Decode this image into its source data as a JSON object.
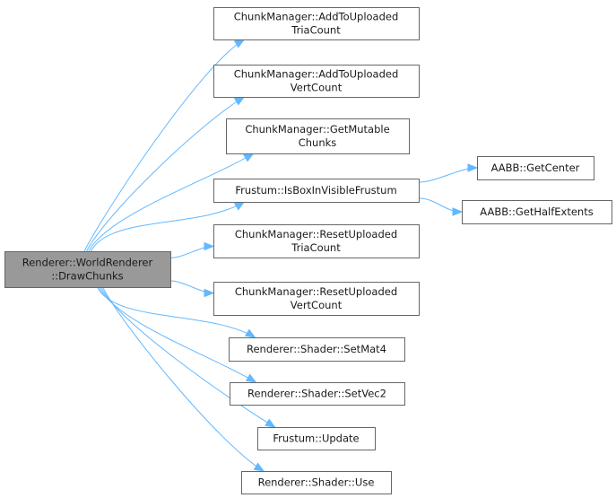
{
  "diagram": {
    "type": "call-graph",
    "root": {
      "id": "root",
      "lines": [
        "Renderer::WorldRenderer",
        "::DrawChunks"
      ]
    },
    "nodes": [
      {
        "id": "n1",
        "lines": [
          "ChunkManager::AddToUploaded",
          "TriaCount"
        ]
      },
      {
        "id": "n2",
        "lines": [
          "ChunkManager::AddToUploaded",
          "VertCount"
        ]
      },
      {
        "id": "n3",
        "lines": [
          "ChunkManager::GetMutable",
          "Chunks"
        ]
      },
      {
        "id": "n4",
        "lines": [
          "Frustum::IsBoxInVisibleFrustum"
        ]
      },
      {
        "id": "n5",
        "lines": [
          "ChunkManager::ResetUploaded",
          "TriaCount"
        ]
      },
      {
        "id": "n6",
        "lines": [
          "ChunkManager::ResetUploaded",
          "VertCount"
        ]
      },
      {
        "id": "n7",
        "lines": [
          "Renderer::Shader::SetMat4"
        ]
      },
      {
        "id": "n8",
        "lines": [
          "Renderer::Shader::SetVec2"
        ]
      },
      {
        "id": "n9",
        "lines": [
          "Frustum::Update"
        ]
      },
      {
        "id": "n10",
        "lines": [
          "Renderer::Shader::Use"
        ]
      },
      {
        "id": "n11",
        "lines": [
          "AABB::GetCenter"
        ]
      },
      {
        "id": "n12",
        "lines": [
          "AABB::GetHalfExtents"
        ]
      }
    ],
    "edges": [
      {
        "from": "root",
        "to": "n1"
      },
      {
        "from": "root",
        "to": "n2"
      },
      {
        "from": "root",
        "to": "n3"
      },
      {
        "from": "root",
        "to": "n4"
      },
      {
        "from": "root",
        "to": "n5"
      },
      {
        "from": "root",
        "to": "n6"
      },
      {
        "from": "root",
        "to": "n7"
      },
      {
        "from": "root",
        "to": "n8"
      },
      {
        "from": "root",
        "to": "n9"
      },
      {
        "from": "root",
        "to": "n10"
      },
      {
        "from": "n4",
        "to": "n11"
      },
      {
        "from": "n4",
        "to": "n12"
      }
    ]
  }
}
